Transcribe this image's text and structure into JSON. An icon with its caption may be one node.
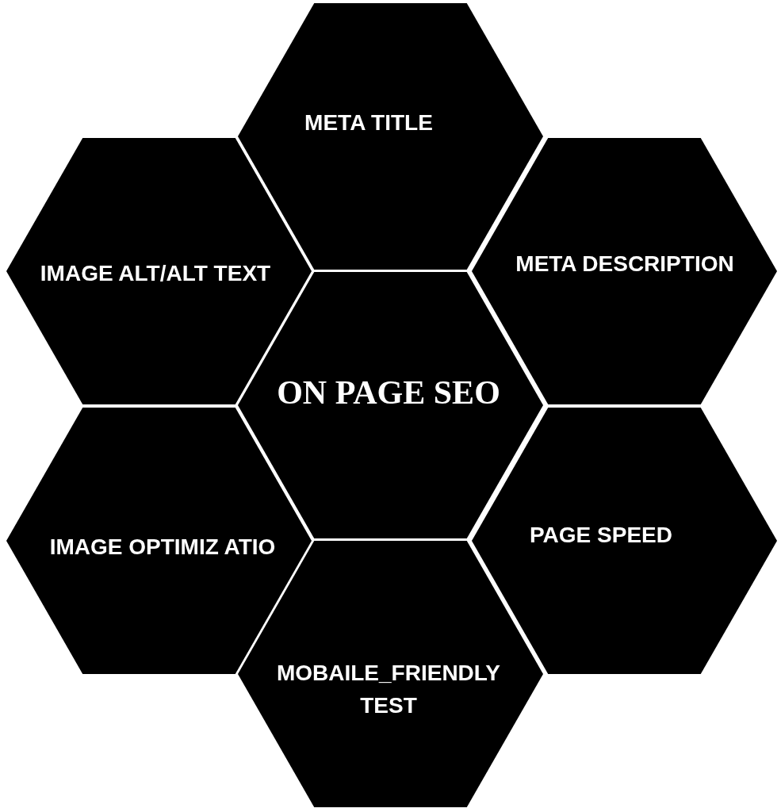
{
  "diagram": {
    "nodes": [
      {
        "text": [
          "META TITLE"
        ]
      },
      {
        "text": [
          "IMAGE ALT/ALT TEXT"
        ]
      },
      {
        "text": [
          "META DESCRIPTION"
        ]
      },
      {
        "text": [
          "ON PAGE SEO"
        ]
      },
      {
        "text": [
          "IMAGE OPTIMIZ ATIO"
        ]
      },
      {
        "text": [
          "PAGE SPEED"
        ]
      },
      {
        "text": [
          "MOBAILE_FRIENDLY TEST"
        ]
      }
    ]
  }
}
